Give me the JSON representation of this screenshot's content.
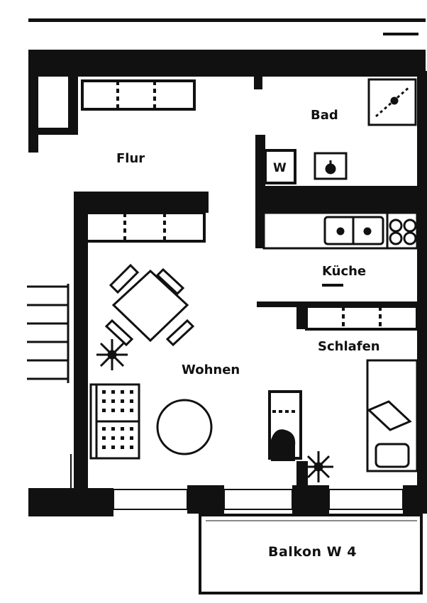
{
  "colors": {
    "wall": "#111111",
    "paper": "#ffffff",
    "line": "#111111"
  },
  "rooms": {
    "flur": "Flur",
    "bad": "Bad",
    "kueche": "Küche",
    "wohnen": "Wohnen",
    "schlafen": "Schlafen",
    "balkon": "Balkon W 4"
  },
  "appliances": {
    "washer_label": "W"
  },
  "icons": [
    "plant-icon",
    "sink-icon",
    "stove-icon",
    "shower-icon",
    "toilet-icon"
  ]
}
